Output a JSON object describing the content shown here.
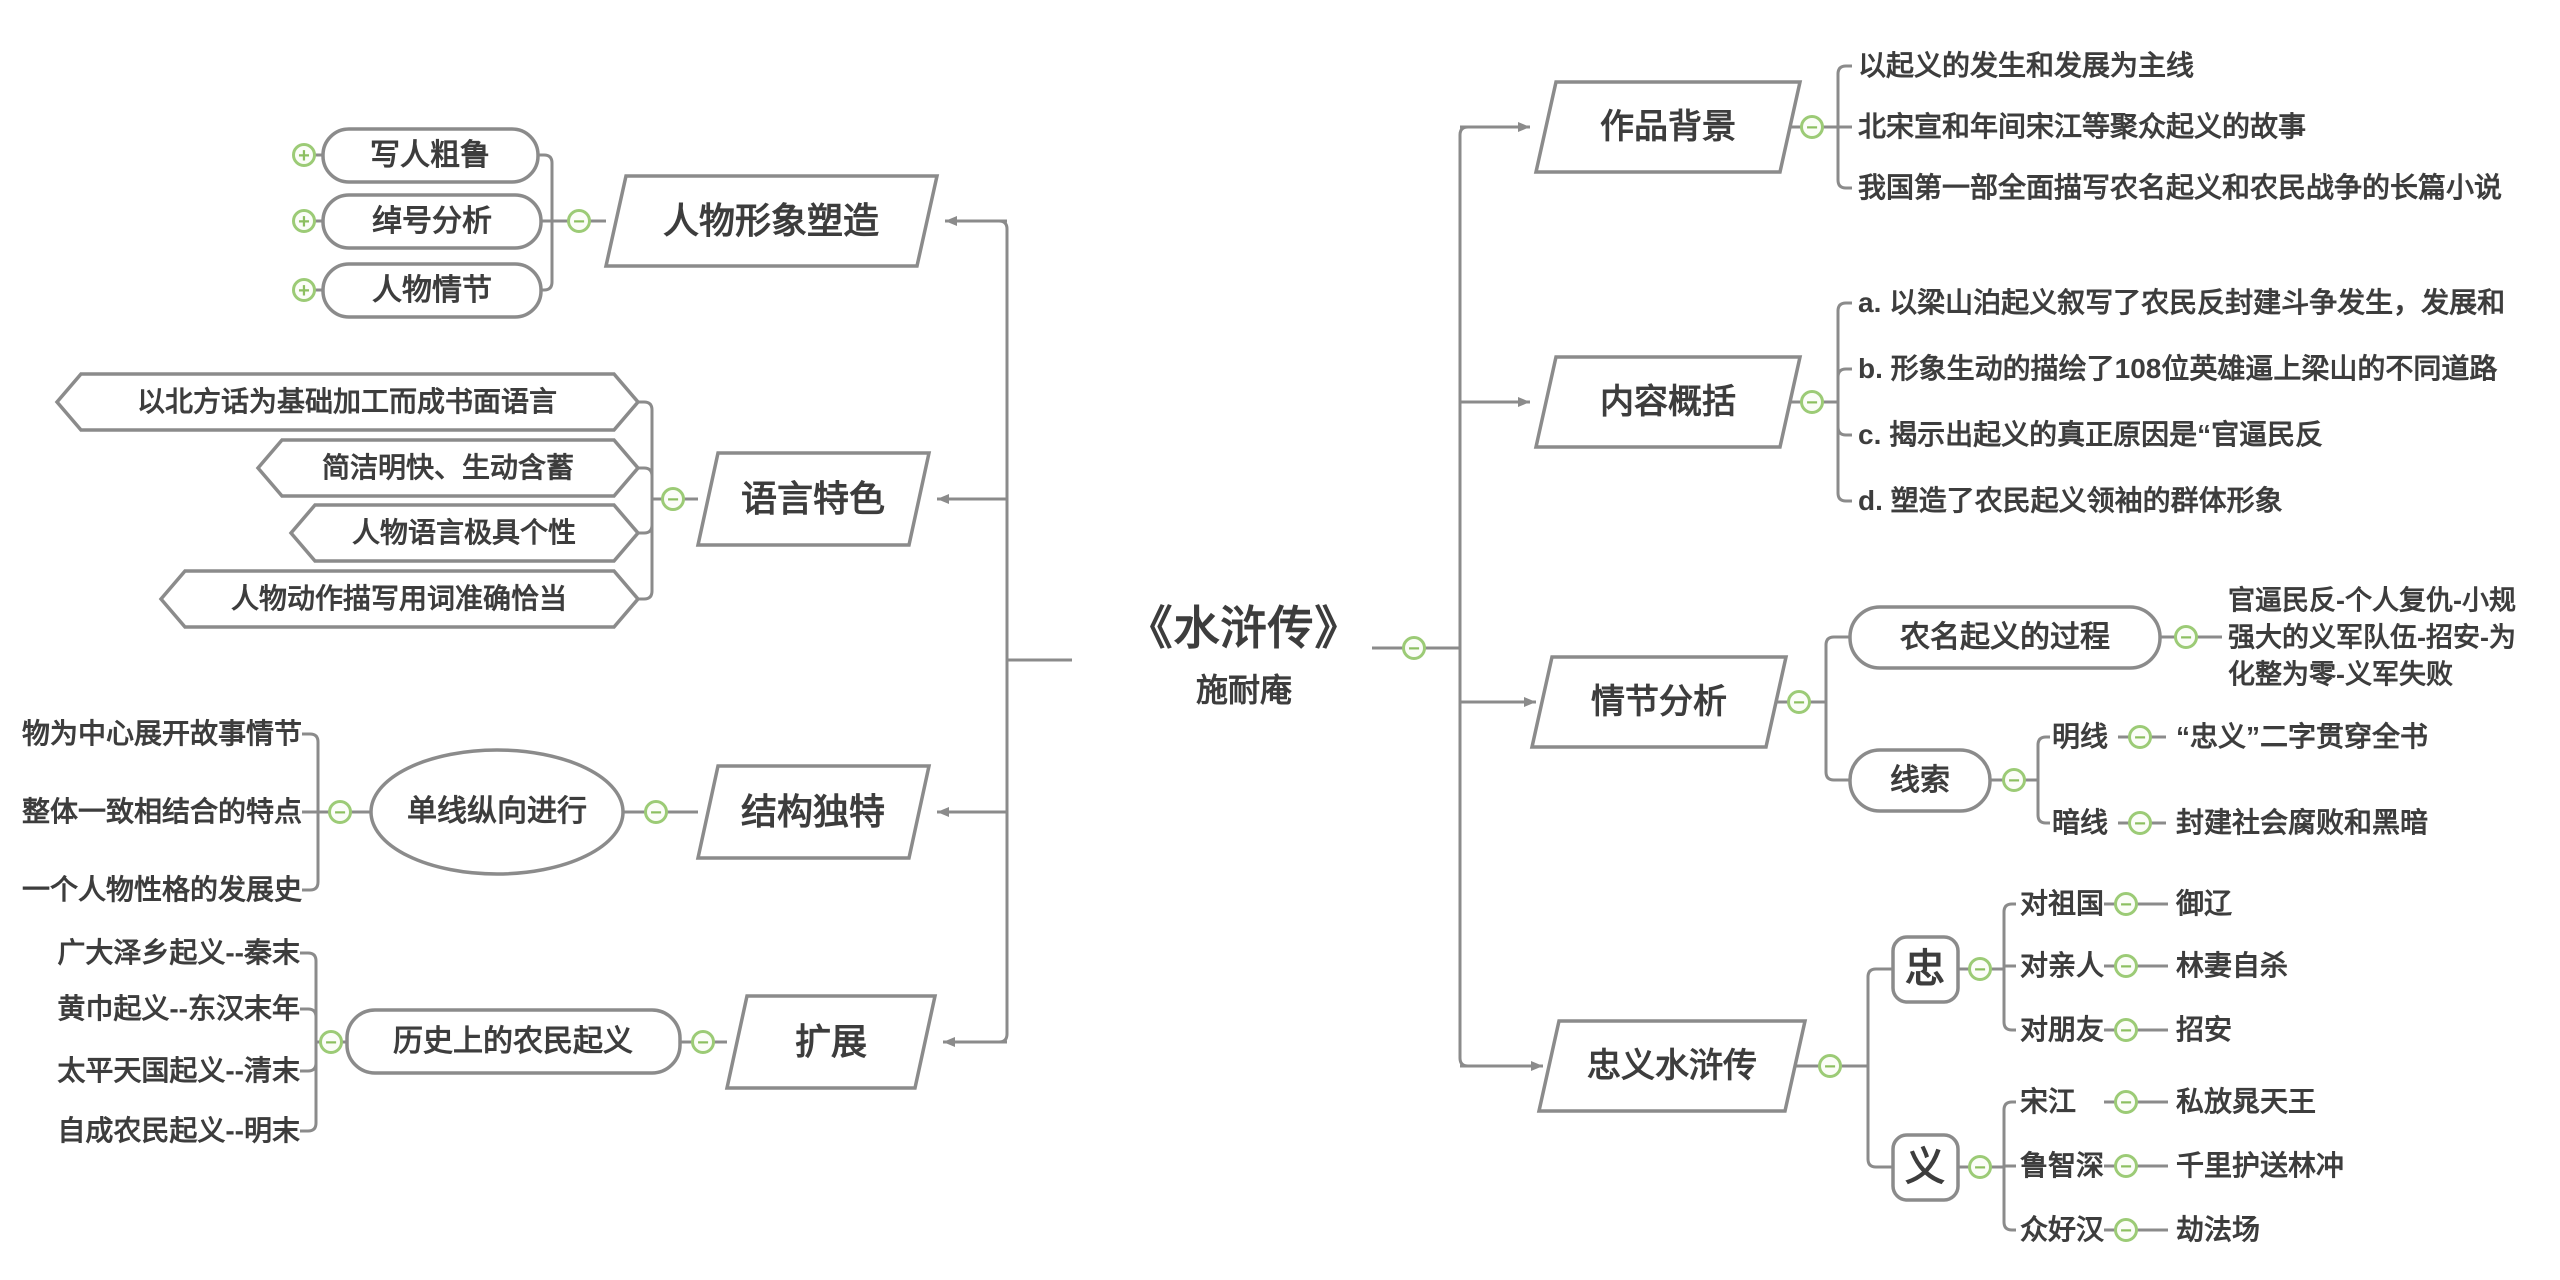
{
  "icons": {
    "expand": "+",
    "collapse": "−"
  },
  "colors": {
    "line": "#8b8b8b",
    "shape_border": "#8b8b8b",
    "text": "#3d3d3d",
    "green": "#9ccb76"
  },
  "center": {
    "title": "《水浒传》",
    "author": "施耐庵"
  },
  "left": {
    "character": {
      "label": "人物形象塑造",
      "children": [
        "写人粗鲁",
        "绰号分析",
        "人物情节"
      ]
    },
    "language": {
      "label": "语言特色",
      "children": [
        "以北方话为基础加工而成书面语言",
        "简洁明快、生动含蓄",
        "人物语言极具个性",
        "人物动作描写用词准确恰当"
      ]
    },
    "structure": {
      "label": "结构独特",
      "node": "单线纵向进行",
      "children": [
        "物为中心展开故事情节",
        "整体一致相结合的特点",
        "一个人物性格的发展史"
      ]
    },
    "extension": {
      "label": "扩展",
      "node": "历史上的农民起义",
      "children": [
        "广大泽乡起义--秦末",
        "黄巾起义--东汉末年",
        "太平天国起义--清末",
        "自成农民起义--明末"
      ]
    }
  },
  "right": {
    "background": {
      "label": "作品背景",
      "children": [
        "以起义的发生和发展为主线",
        "北宋宣和年间宋江等聚众起义的故事",
        "我国第一部全面描写农名起义和农民战争的长篇小说"
      ]
    },
    "summary": {
      "label": "内容概括",
      "children": [
        "a. 以梁山泊起义叙写了农民反封建斗争发生，发展和",
        "b. 形象生动的描绘了108位英雄逼上梁山的不同道路",
        "c. 揭示出起义的真正原因是“官逼民反",
        "d. 塑造了农民起义领袖的群体形象"
      ]
    },
    "plot": {
      "label": "情节分析",
      "process": {
        "label": "农名起义的过程",
        "lines": [
          "官逼民反-个人复仇-小规",
          "强大的义军队伍-招安-为",
          "化整为零-义军失败"
        ]
      },
      "clue": {
        "label": "线索",
        "bright": {
          "label": "明线",
          "value": "“忠义”二字贯穿全书"
        },
        "dark": {
          "label": "暗线",
          "value": "封建社会腐败和黑暗"
        }
      }
    },
    "loyalty": {
      "label": "忠义水浒传",
      "zhong": {
        "label": "忠",
        "items": [
          {
            "k": "对祖国",
            "v": "御辽"
          },
          {
            "k": "对亲人",
            "v": "林妻自杀"
          },
          {
            "k": "对朋友",
            "v": "招安"
          }
        ]
      },
      "yi": {
        "label": "义",
        "items": [
          {
            "k": "宋江",
            "v": "私放晁天王"
          },
          {
            "k": "鲁智深",
            "v": "千里护送林冲"
          },
          {
            "k": "众好汉",
            "v": "劫法场"
          }
        ]
      }
    }
  }
}
